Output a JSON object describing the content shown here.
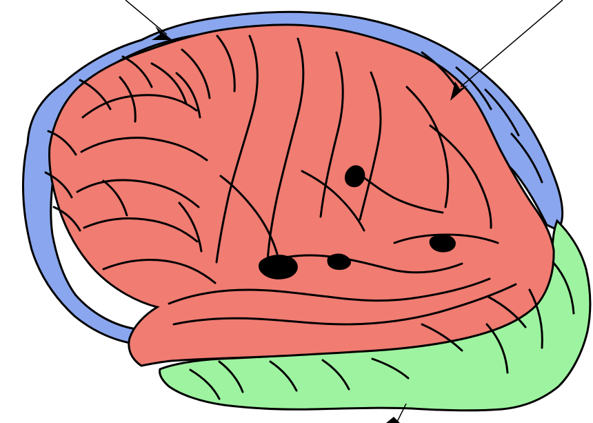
{
  "diagram": {
    "subject": "brain-lateral-view",
    "background_color": "#ffffff",
    "outline_color": "#000000",
    "regions": [
      {
        "id": "outer-cortex",
        "color": "#8aa6ee"
      },
      {
        "id": "central-cortex",
        "color": "#f07c72"
      },
      {
        "id": "temporal-lower",
        "color": "#9ef3a0"
      }
    ],
    "pointer_lines": [
      {
        "id": "top-left-pointer",
        "arrowhead": true
      },
      {
        "id": "top-right-pointer",
        "arrowhead": true
      },
      {
        "id": "bottom-pointer",
        "arrowhead": true
      }
    ]
  }
}
